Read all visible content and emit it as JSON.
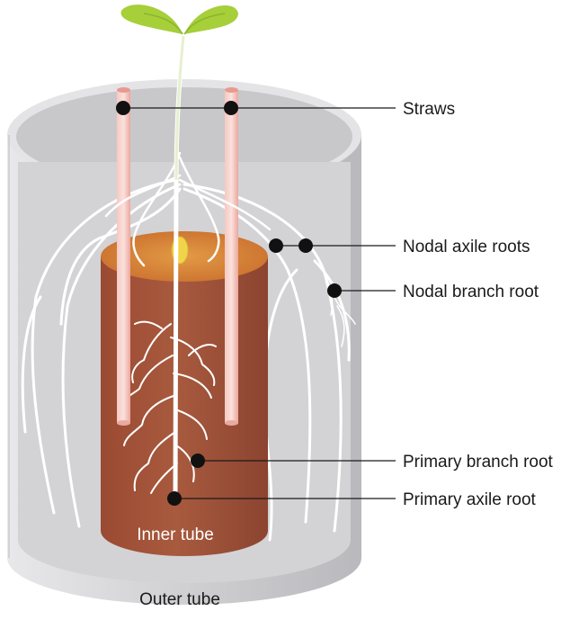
{
  "labels": {
    "straws": "Straws",
    "nodal_axile_roots": "Nodal axile roots",
    "nodal_branch_root": "Nodal branch root",
    "primary_branch_root": "Primary branch root",
    "primary_axile_root": "Primary axile root",
    "inner_tube": "Inner tube",
    "outer_tube": "Outer tube"
  },
  "colors": {
    "outer_tube": "#d9d9db",
    "outer_tube_inside": "#c4c4c7",
    "inner_tube": "#a0523a",
    "inner_tube_top": "#d9803a",
    "straw": "#f2b8b0",
    "leaf": "#a6cf3a",
    "root": "#ffffff",
    "callout": "#1a1a1a"
  }
}
